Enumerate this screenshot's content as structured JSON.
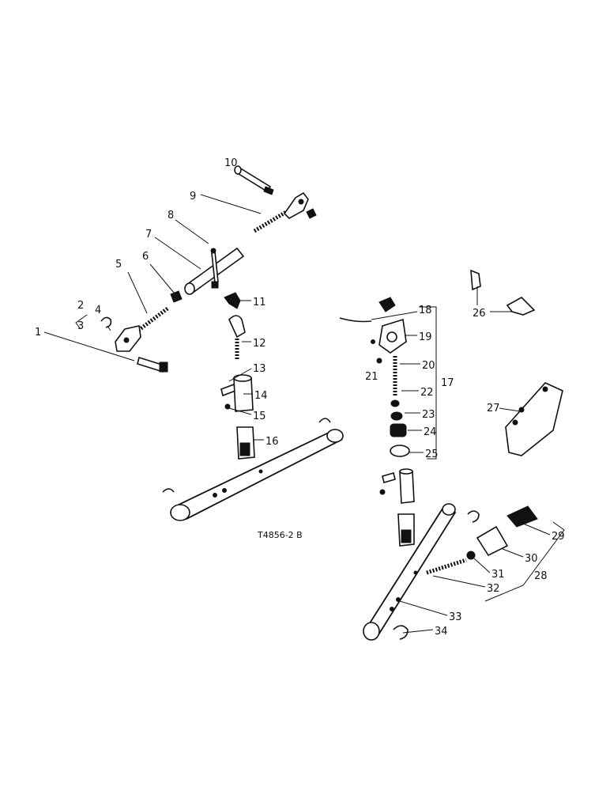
{
  "diagram": {
    "drawing_code": "T4856-2 B",
    "callouts": [
      "1",
      "2",
      "3",
      "4",
      "5",
      "6",
      "7",
      "8",
      "9",
      "10",
      "11",
      "12",
      "13",
      "14",
      "15",
      "16",
      "17",
      "18",
      "19",
      "20",
      "21",
      "22",
      "23",
      "24",
      "25",
      "26",
      "27",
      "28",
      "29",
      "30",
      "31",
      "32",
      "33",
      "34"
    ]
  }
}
